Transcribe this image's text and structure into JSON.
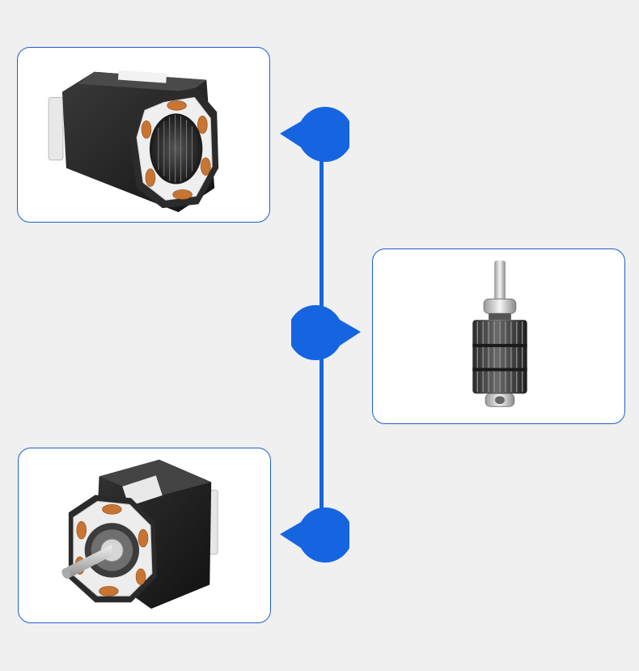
{
  "colors": {
    "accent": "#1565e0",
    "card_border": "#1f5fd1",
    "background": "#f0f0f0",
    "card_background": "#ffffff"
  },
  "cards": [
    {
      "id": "stator",
      "depicts": "motor-stator-photo",
      "side": "left"
    },
    {
      "id": "rotor",
      "depicts": "motor-rotor-photo",
      "side": "right"
    },
    {
      "id": "assembled",
      "depicts": "assembled-motor-photo",
      "side": "left"
    }
  ],
  "markers": [
    {
      "id": "top",
      "pointer": "left"
    },
    {
      "id": "mid",
      "pointer": "right"
    },
    {
      "id": "bottom",
      "pointer": "left"
    }
  ]
}
